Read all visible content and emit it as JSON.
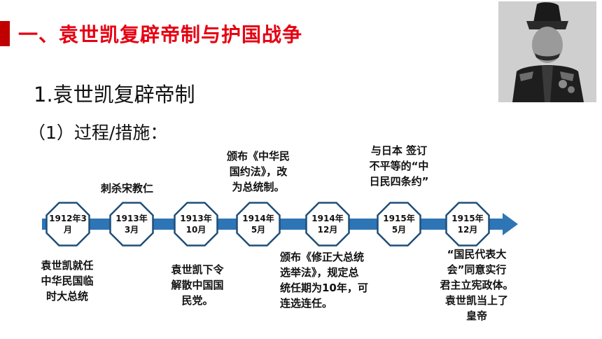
{
  "header": {
    "main_title": "一、袁世凯复辟帝制与护国战争",
    "section_title": "1.袁世凯复辟帝制",
    "sub_title": "（1）过程/措施："
  },
  "colors": {
    "accent_red": "#e60012",
    "timeline_blue": "#2e75b6",
    "node_border": "#1f4e79"
  },
  "timeline": {
    "nodes": [
      {
        "label_line1": "1912年3",
        "label_line2": "月"
      },
      {
        "label_line1": "1913年",
        "label_line2": "3月"
      },
      {
        "label_line1": "1913年",
        "label_line2": "10月"
      },
      {
        "label_line1": "1914年",
        "label_line2": "5月"
      },
      {
        "label_line1": "1914年",
        "label_line2": "12月"
      },
      {
        "label_line1": "1915年",
        "label_line2": "5月"
      },
      {
        "label_line1": "1915年",
        "label_line2": "12月"
      }
    ],
    "events": [
      {
        "lines": [
          "袁世凯就任",
          "中华民国临",
          "时大总统"
        ]
      },
      {
        "lines": [
          "刺杀宋教仁"
        ]
      },
      {
        "lines": [
          "袁世凯下令",
          "解散中国国",
          "民党。"
        ]
      },
      {
        "lines": [
          "颁布《中华民",
          "国约法》，改",
          "为总统制。"
        ]
      },
      {
        "lines": [
          "颁布《修正大总统",
          "选举法》，规定总",
          "统任期为10年，可",
          "连选连任。"
        ]
      },
      {
        "lines": [
          "与日本 签订",
          "不平等的“中",
          "日民四条约”"
        ]
      },
      {
        "lines": [
          "“国民代表大",
          "会”同意实行",
          "君主立宪政体。",
          "袁世凯当上了",
          "皇帝"
        ]
      }
    ]
  }
}
